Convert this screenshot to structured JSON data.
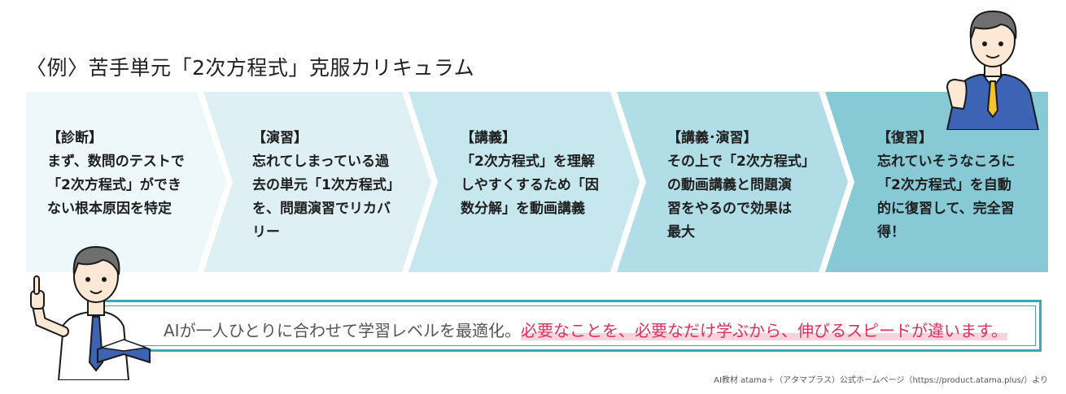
{
  "title": "〈例〉苦手単元「2次方程式」克服カリキュラム",
  "steps": [
    {
      "heading": "【診断】",
      "body": "まず、数問のテストで\n「2次方程式」ができ\nない根本原因を特定"
    },
    {
      "heading": "【演習】",
      "body": "忘れてしまっている過\n去の単元「1次方程式」\nを、問題演習でリカバ\nリー"
    },
    {
      "heading": "【講義】",
      "body": "「2次方程式」を理解\nしやすくするため「因\n数分解」を動画講義"
    },
    {
      "heading": "【講義･演習】",
      "body": "その上で「2次方程式」\nの動画講義と問題演\n習をやるので効果は\n最大"
    },
    {
      "heading": "【復習】",
      "body": "忘れていそうなころに\n「2次方程式」を自動\n的に復習して、完全習\n得！"
    }
  ],
  "banner": {
    "plain": "AIが一人ひとりに合わせて学習レベルを最適化。",
    "highlight": "必要なことを、必要なだけ学ぶから、伸びるスピードが違います。"
  },
  "credit": "AI教材 atama＋（アタマプラス）公式ホームページ（https://product.atama.plus/）より",
  "colors": {
    "step1": "#eef7fa",
    "step2": "#dff0f4",
    "step3": "#c7e7ee",
    "step4": "#b0dde6",
    "step5": "#87cad6",
    "banner_border": "#38a9b5",
    "highlight": "#e22e5c"
  }
}
